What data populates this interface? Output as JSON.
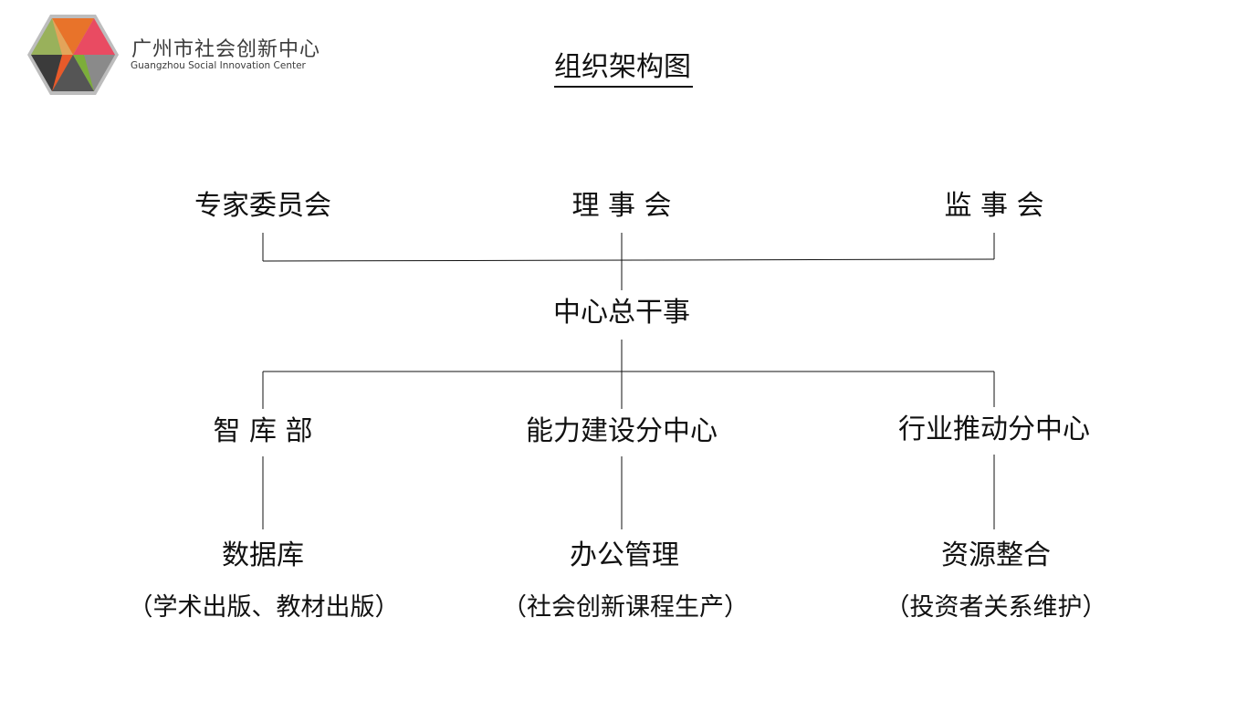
{
  "logo": {
    "name_cn": "广州市社会创新中心",
    "name_en": "Guangzhou Social Innovation Center",
    "colors": [
      "#2e9e6b",
      "#e8732a",
      "#f2c14e",
      "#e94b62",
      "#e85a2a",
      "#7cae3a",
      "#555555",
      "#8a8a8a"
    ]
  },
  "title": "组织架构图",
  "org": {
    "boards": [
      {
        "label": "专家委员会"
      },
      {
        "label": "理 事 会"
      },
      {
        "label": "监 事 会"
      }
    ],
    "head": {
      "label": "中心总干事"
    },
    "departments": [
      {
        "label": "智 库 部",
        "item": "数据库",
        "detail": "（学术出版、教材出版）"
      },
      {
        "label": "能力建设分中心",
        "item": "办公管理",
        "detail": "（社会创新课程生产）"
      },
      {
        "label": "行业推动分中心",
        "item": "资源整合",
        "detail": "（投资者关系维护）"
      }
    ]
  },
  "colors": {
    "line": "#111111",
    "text": "#111111",
    "background": "#ffffff"
  }
}
